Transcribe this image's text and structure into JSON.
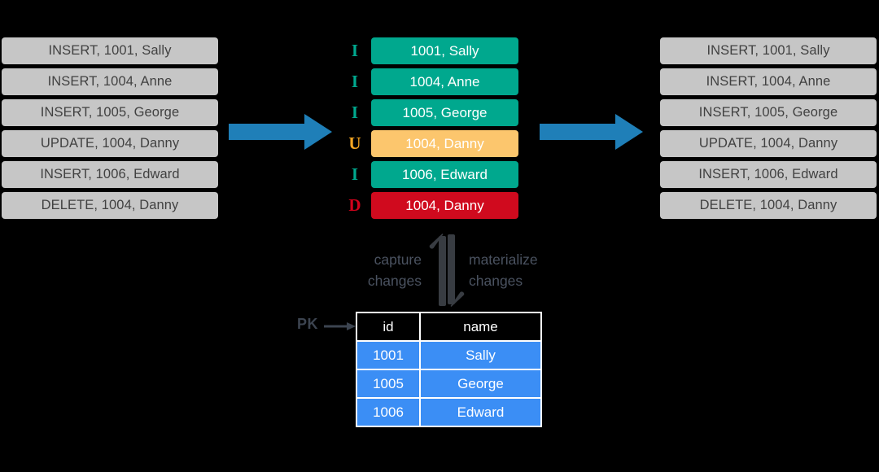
{
  "diagram": {
    "title": "Change Data Capture stream and materialized table",
    "colors": {
      "log_box_bg": "#c6c6c6",
      "log_box_text": "#414141",
      "insert": "#00a88e",
      "update": "#fcc66d",
      "delete": "#d00a1e",
      "flow_arrow": "#1f7fb8",
      "sync_arrow": "#383c42",
      "caption_text": "#4a5260",
      "table_row_bg": "#3b8ef5",
      "table_header_bg": "#000000",
      "table_border": "#ffffff",
      "background": "#000000"
    }
  },
  "source_log": {
    "name": "source change log",
    "rows": [
      "INSERT, 1001, Sally",
      "INSERT, 1004, Anne",
      "INSERT, 1005, George",
      "UPDATE, 1004, Danny",
      "INSERT, 1006, Edward",
      "DELETE, 1004, Danny"
    ]
  },
  "change_stream": {
    "name": "change event stream",
    "rows": [
      {
        "op": "I",
        "kind": "insert",
        "record": "1001, Sally"
      },
      {
        "op": "I",
        "kind": "insert",
        "record": "1004, Anne"
      },
      {
        "op": "I",
        "kind": "insert",
        "record": "1005, George"
      },
      {
        "op": "U",
        "kind": "update",
        "record": "1004, Danny"
      },
      {
        "op": "I",
        "kind": "insert",
        "record": "1006, Edward"
      },
      {
        "op": "D",
        "kind": "delete",
        "record": "1004, Danny"
      }
    ]
  },
  "sink_log": {
    "name": "downstream change log",
    "rows": [
      "INSERT, 1001, Sally",
      "INSERT, 1004, Anne",
      "INSERT, 1005, George",
      "UPDATE, 1004, Danny",
      "INSERT, 1006, Edward",
      "DELETE, 1004, Danny"
    ]
  },
  "captions": {
    "capture": "capture\nchanges",
    "materialize": "materialize\nchanges"
  },
  "annotations": {
    "pk": "PK"
  },
  "materialized_table": {
    "columns": [
      "id",
      "name"
    ],
    "rows": [
      [
        "1001",
        "Sally"
      ],
      [
        "1005",
        "George"
      ],
      [
        "1006",
        "Edward"
      ]
    ]
  }
}
